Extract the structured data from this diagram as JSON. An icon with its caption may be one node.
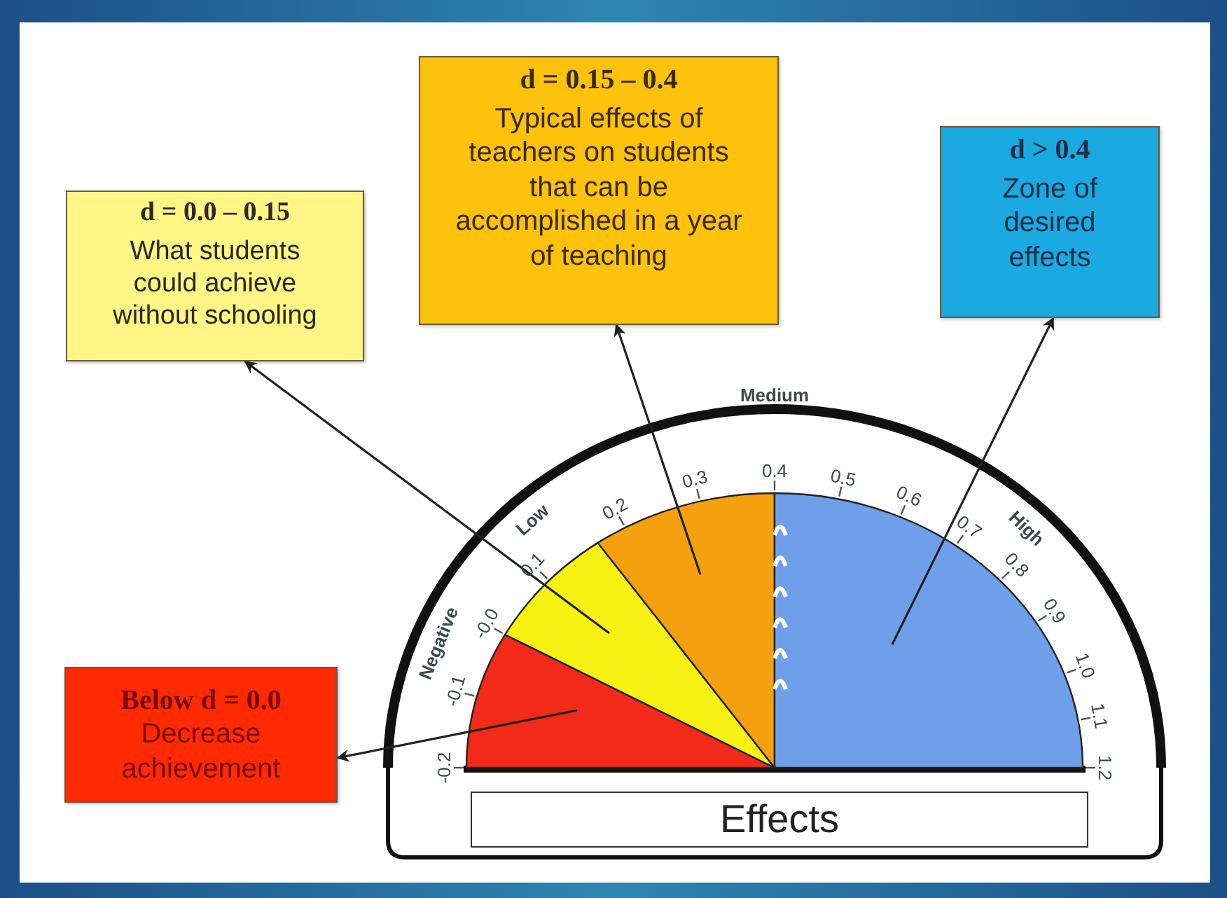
{
  "diagram": {
    "nodes": [
      {
        "text": [
          "d = 0.0 – 0.15",
          "What students could achieve without schooling"
        ]
      },
      {
        "text": [
          "d = 0.15 – 0.4",
          "Typical effects of teachers on students that can be accomplished in a year of teaching"
        ]
      },
      {
        "text": [
          "d > 0.4",
          "Zone of desired effects"
        ]
      },
      {
        "text": [
          "**Below d = 0.0** Decrease achievement"
        ]
      },
      {
        "text": [],
        "shape": "sector"
      },
      {
        "text": [],
        "shape": "sector"
      },
      {
        "text": [],
        "shape": "sector"
      },
      {
        "text": [],
        "shape": "sector"
      },
      {
        "text": [
          "Effects"
        ]
      }
    ],
    "edges": [
      {
        "from": 4,
        "to": 3,
        "arrow": "to"
      },
      {
        "from": 5,
        "to": 0,
        "arrow": "to"
      },
      {
        "from": 6,
        "to": 1,
        "arrow": "to"
      },
      {
        "from": 7,
        "to": 2,
        "arrow": "to"
      }
    ],
    "labels": [
      "Negative",
      "Low",
      "Medium",
      "High",
      "-0.2",
      "-0.1",
      "-0.0",
      "0.1",
      "0.2",
      "0.3",
      "0.4",
      "0.5",
      "0.6",
      "0.7",
      "0.8",
      "0.9",
      "1.0",
      "1.1",
      "1.2"
    ]
  }
}
